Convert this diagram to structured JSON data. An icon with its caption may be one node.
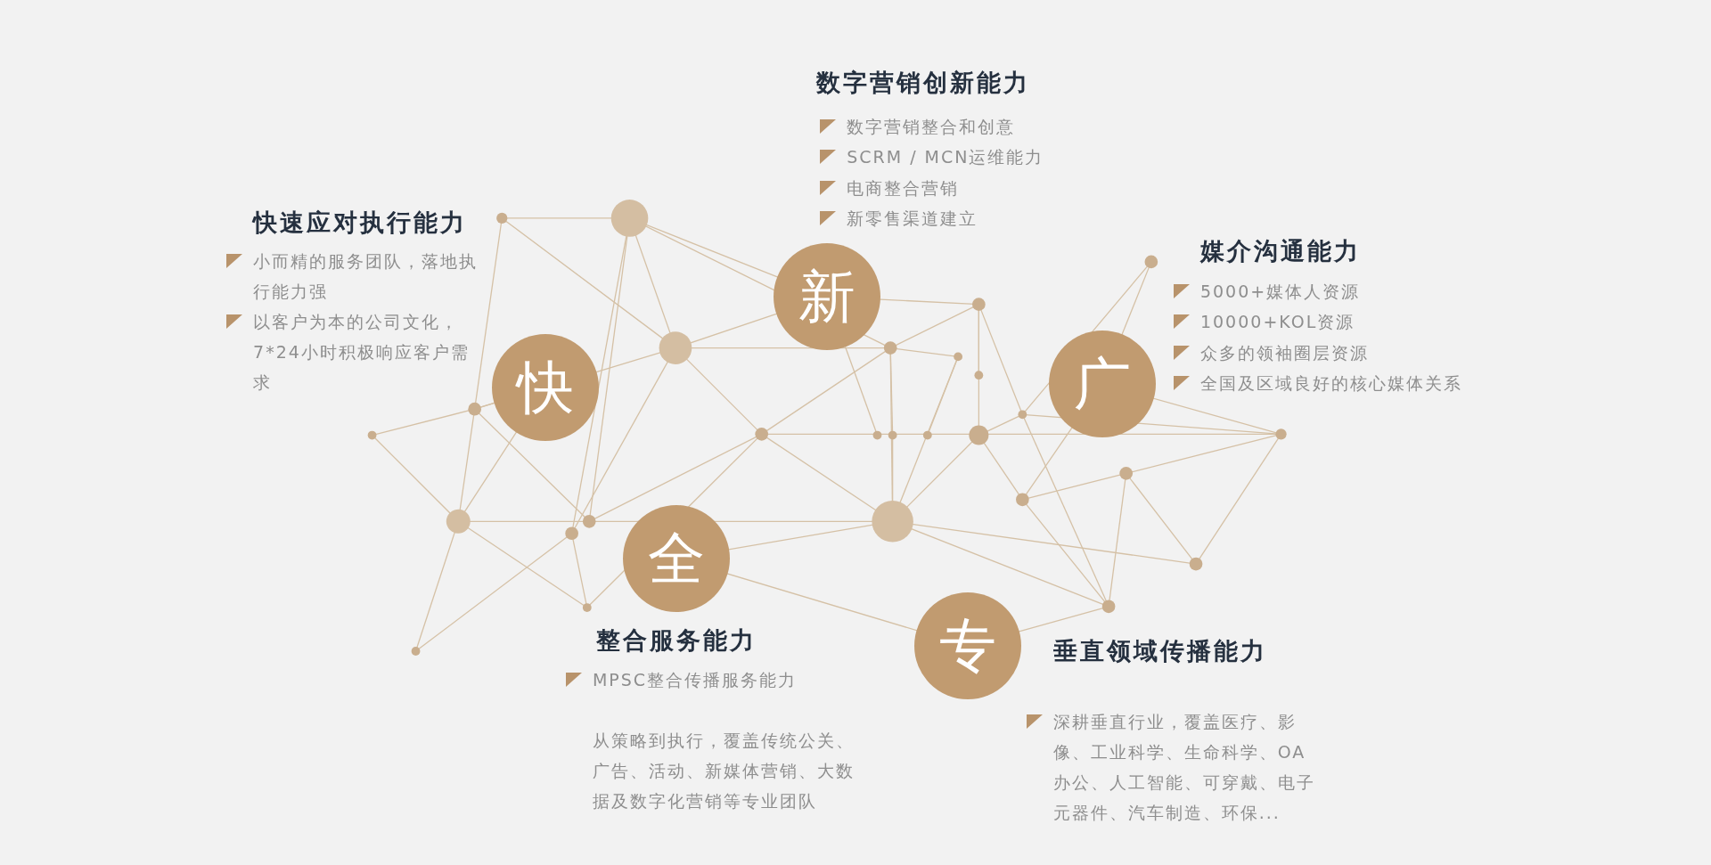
{
  "diagram": {
    "nodes": [
      {
        "text": [
          "新"
        ],
        "beside": [
          "数字营销创新能力",
          "数字营销整合和创意",
          "SCRM / MCN运维能力",
          "电商整合营销",
          "新零售渠道建立"
        ]
      },
      {
        "text": [
          "快"
        ],
        "beside": [
          "快速应对执行能力",
          "小而精的服务团队，落地执行能力强",
          "以客户为本的公司文化，7*24小时积极响应客户需求"
        ]
      },
      {
        "text": [
          "广"
        ],
        "beside": [
          "媒介沟通能力",
          "5000+媒体人资源",
          "10000+KOL资源",
          "众多的领袖圈层资源",
          "全国及区域良好的核心媒体关系"
        ]
      },
      {
        "text": [
          "全"
        ],
        "beside": [
          "整合服务能力",
          "MPSC整合传播服务能力",
          "从策略到执行，覆盖传统公关、广告、活动、新媒体营销、大数据及数字化营销等专业团队"
        ]
      },
      {
        "text": [
          "专"
        ],
        "beside": [
          "垂直领域传播能力",
          "深耕垂直行业，覆盖医疗、影像、工业科学、生命科学、OA办公、人工智能、可穿戴、电子元器件、汽车制造、环保..."
        ]
      }
    ]
  }
}
